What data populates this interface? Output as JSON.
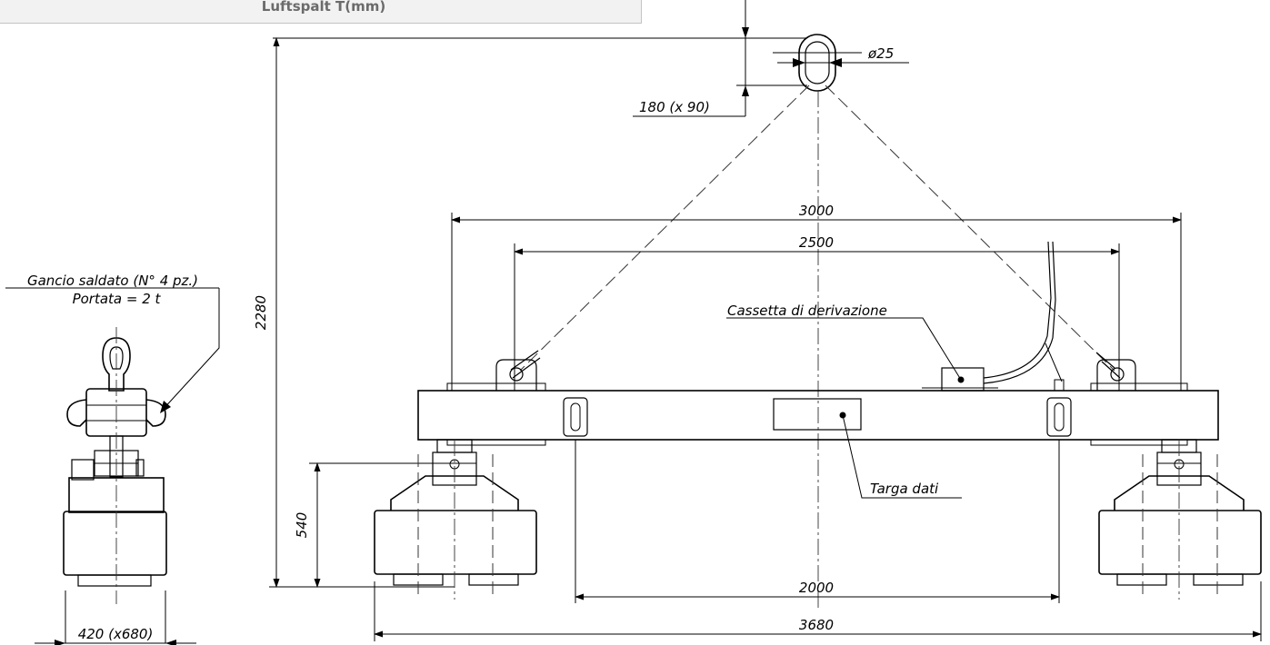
{
  "header": {
    "title": "Luftspalt T(mm)"
  },
  "dimensions": {
    "overall_width": "3680",
    "width_3000": "3000",
    "width_2500": "2500",
    "width_2000": "2000",
    "height_total": "2280",
    "height_540": "540",
    "ring_size": "180 (x 90)",
    "ring_diameter": "ø25",
    "side_width": "420 (x680)"
  },
  "labels": {
    "hook_line1": "Gancio saldato (N° 4 pz.)",
    "hook_line2": "Portata = 2 t",
    "junction_box": "Cassetta di derivazione",
    "nameplate": "Targa dati"
  },
  "colors": {
    "line": "#000000",
    "header_bg": "#f2f2f2",
    "header_text": "#6b6b6b"
  }
}
